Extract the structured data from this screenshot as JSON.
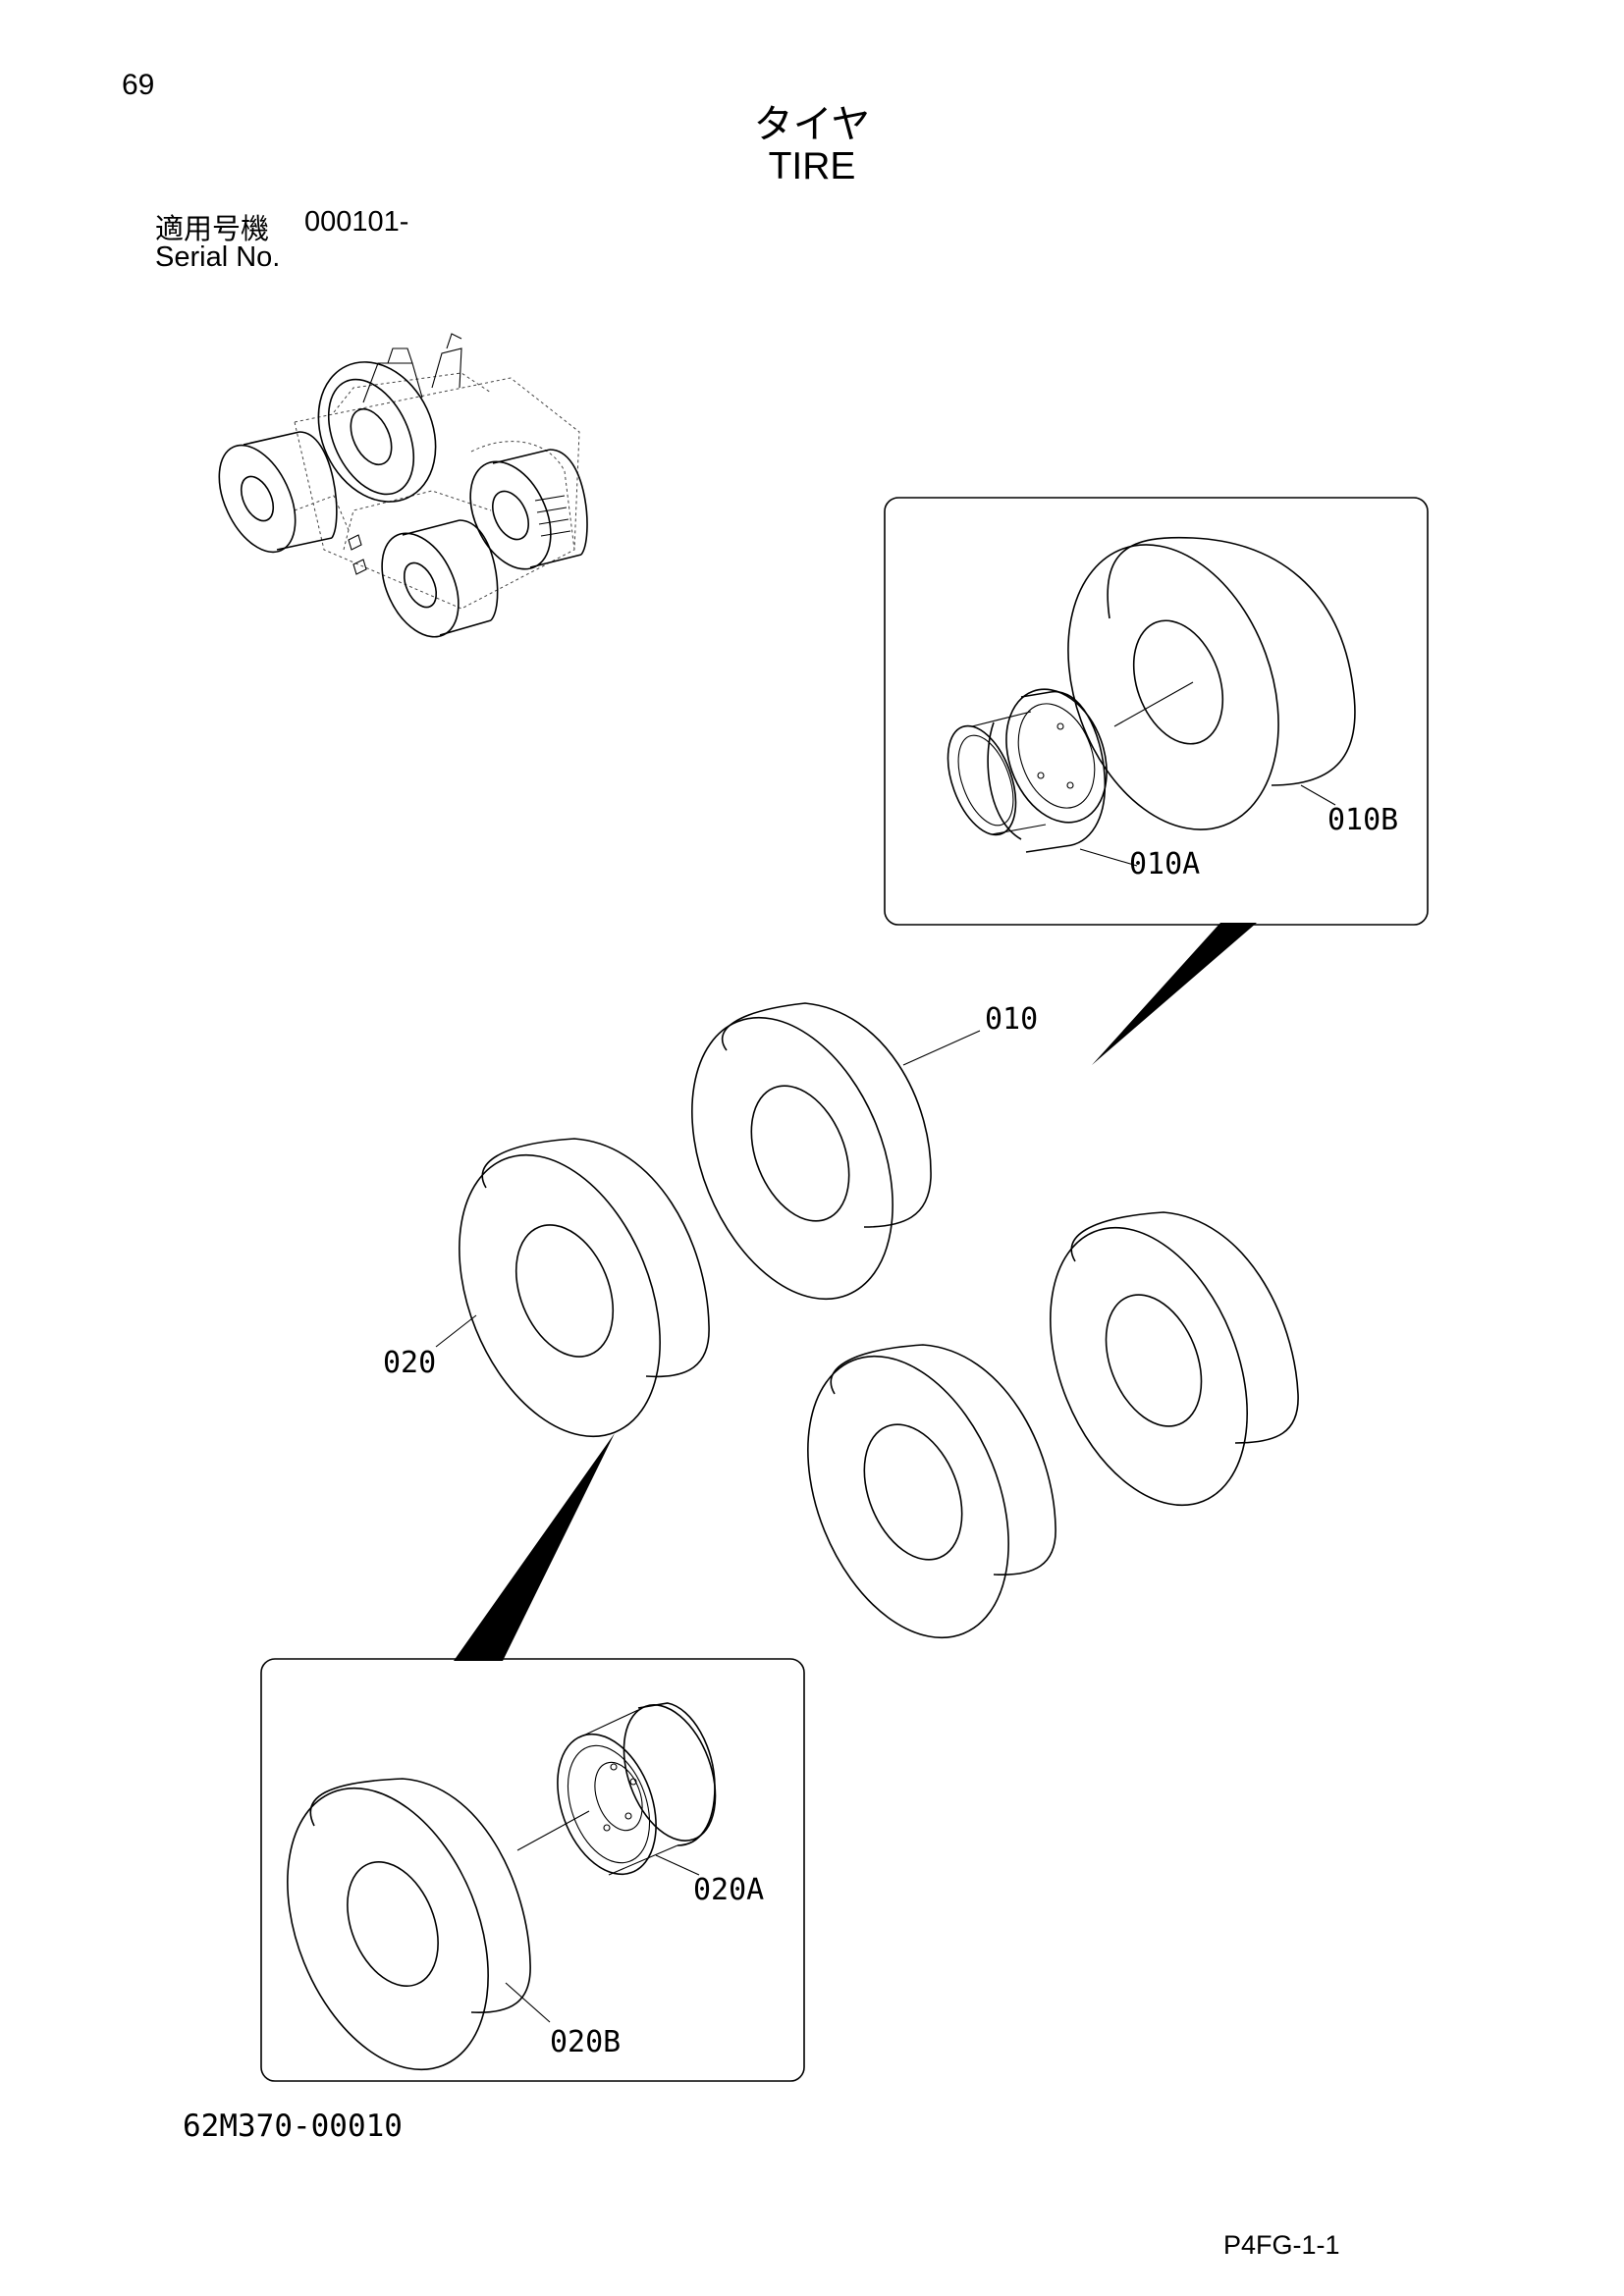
{
  "page": {
    "number": "69",
    "title_jp": "タイヤ",
    "title_en": "TIRE",
    "serial_label_jp": "適用号機",
    "serial_value": "000101-",
    "serial_label_en": "Serial No.",
    "drawing_number": "62M370-00010",
    "page_code": "P4FG-1-1"
  },
  "callouts": {
    "c010": "010",
    "c010a": "010A",
    "c010b": "010B",
    "c020": "020",
    "c020a": "020A",
    "c020b": "020B"
  }
}
